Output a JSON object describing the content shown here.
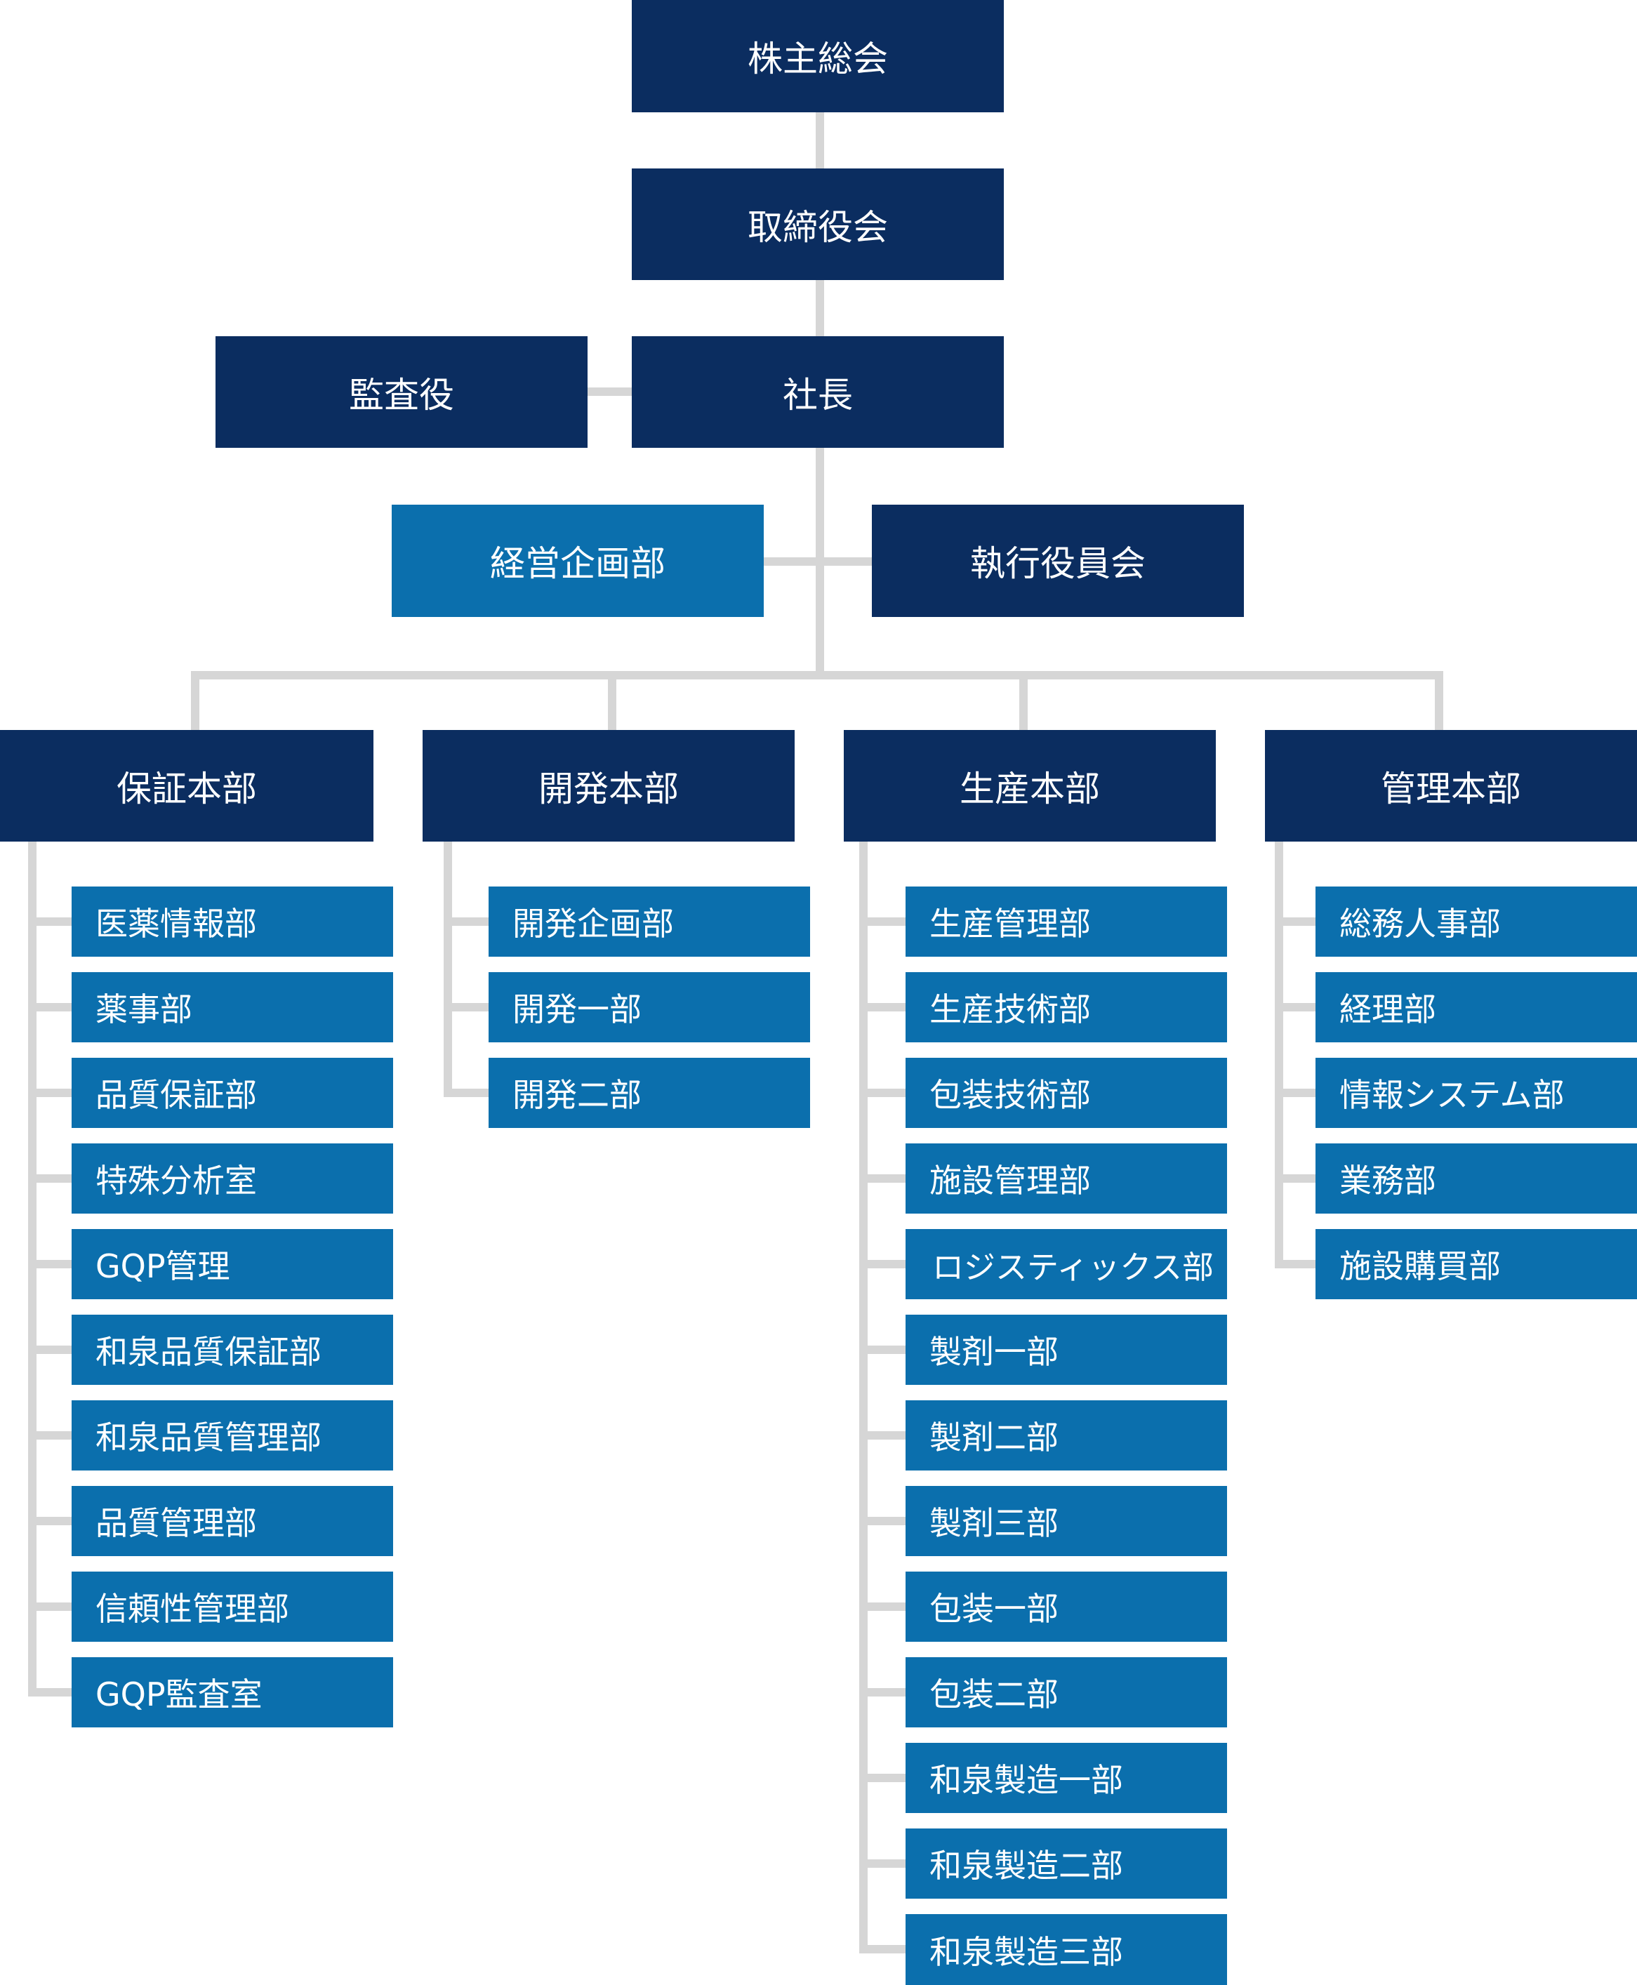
{
  "colors": {
    "executive": "#0b2d60",
    "department": "#0b6fad",
    "connector": "#d6d6d6",
    "text": "#ffffff"
  },
  "nodes": {
    "shareholders": "株主総会",
    "board": "取締役会",
    "auditor": "監査役",
    "president": "社長",
    "corporate_planning": "経営企画部",
    "executive_committee": "執行役員会"
  },
  "divisions": [
    {
      "name": "保証本部",
      "departments": [
        "医薬情報部",
        "薬事部",
        "品質保証部",
        "特殊分析室",
        "GQP管理",
        "和泉品質保証部",
        "和泉品質管理部",
        "品質管理部",
        "信頼性管理部",
        "GQP監査室"
      ]
    },
    {
      "name": "開発本部",
      "departments": [
        "開発企画部",
        "開発一部",
        "開発二部"
      ]
    },
    {
      "name": "生産本部",
      "departments": [
        "生産管理部",
        "生産技術部",
        "包装技術部",
        "施設管理部",
        "ロジスティックス部",
        "製剤一部",
        "製剤二部",
        "製剤三部",
        "包装一部",
        "包装二部",
        "和泉製造一部",
        "和泉製造二部",
        "和泉製造三部"
      ]
    },
    {
      "name": "管理本部",
      "departments": [
        "総務人事部",
        "経理部",
        "情報システム部",
        "業務部",
        "施設購買部"
      ]
    }
  ]
}
